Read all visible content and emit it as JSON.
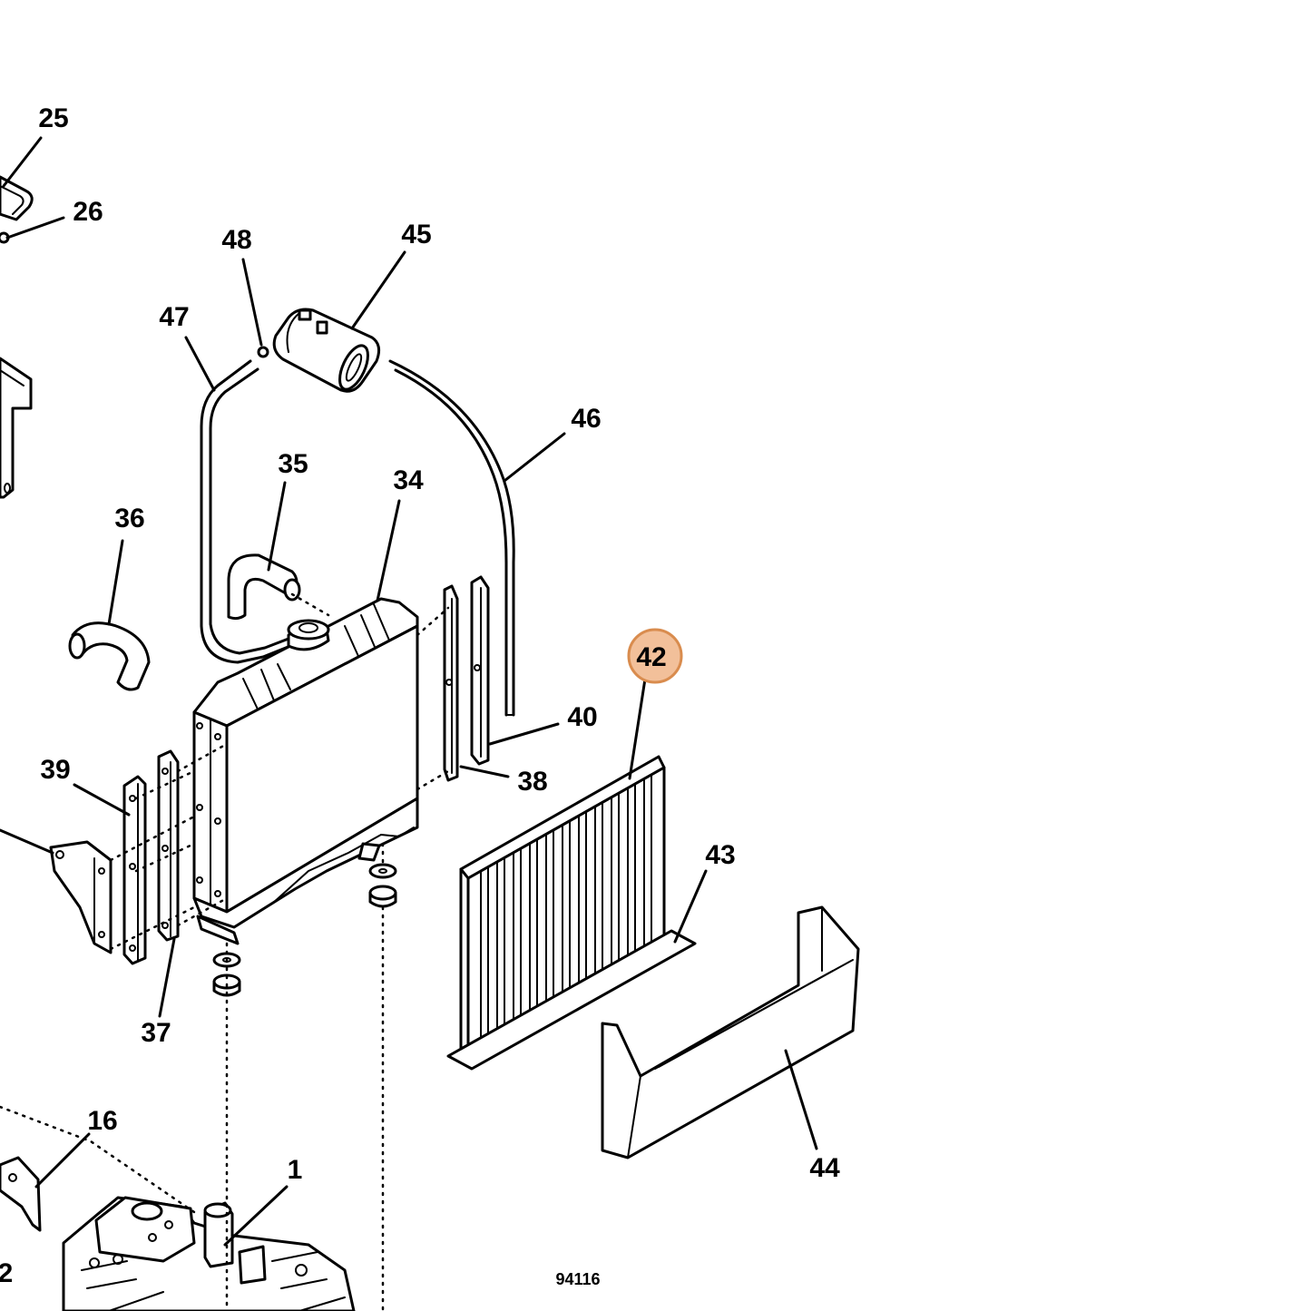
{
  "diagram": {
    "drawing_number": "94116",
    "highlighted_callout": "42",
    "highlight_color": "#f2c09a",
    "highlight_border_color": "#d98c4e",
    "callouts": [
      {
        "id": "25",
        "label": "25"
      },
      {
        "id": "26",
        "label": "26"
      },
      {
        "id": "48",
        "label": "48"
      },
      {
        "id": "45",
        "label": "45"
      },
      {
        "id": "47",
        "label": "47"
      },
      {
        "id": "46",
        "label": "46"
      },
      {
        "id": "35",
        "label": "35"
      },
      {
        "id": "34",
        "label": "34"
      },
      {
        "id": "36",
        "label": "36"
      },
      {
        "id": "42",
        "label": "42"
      },
      {
        "id": "40",
        "label": "40"
      },
      {
        "id": "39",
        "label": "39"
      },
      {
        "id": "38",
        "label": "38"
      },
      {
        "id": "43",
        "label": "43"
      },
      {
        "id": "37",
        "label": "37"
      },
      {
        "id": "16",
        "label": "16"
      },
      {
        "id": "1",
        "label": "1"
      },
      {
        "id": "44",
        "label": "44"
      },
      {
        "id": "2",
        "label": "2"
      }
    ]
  }
}
